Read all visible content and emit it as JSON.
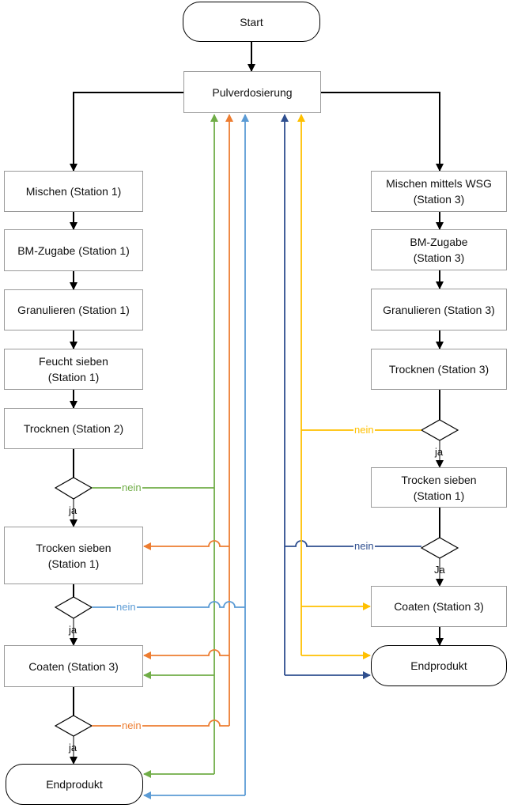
{
  "nodes": {
    "start": "Start",
    "pulver": "Pulverdosierung",
    "l_mischen": "Mischen (Station 1)",
    "l_bm": "BM-Zugabe (Station 1)",
    "l_granul": "Granulieren (Station 1)",
    "l_feucht": "Feucht sieben\n(Station 1)",
    "l_trocknen": "Trocknen (Station 2)",
    "l_trocken_sieben": "Trocken sieben\n(Station 1)",
    "l_coaten": "Coaten (Station 3)",
    "l_end": "Endprodukt",
    "r_mischen": "Mischen mittels WSG\n(Station 3)",
    "r_bm": "BM-Zugabe\n(Station 3)",
    "r_granul": "Granulieren (Station 3)",
    "r_trocknen": "Trocknen (Station 3)",
    "r_trocken_sieben": "Trocken sieben\n(Station 1)",
    "r_coaten": "Coaten (Station 3)",
    "r_end": "Endprodukt"
  },
  "labels": {
    "ja": "ja",
    "Ja": "Ja",
    "nein": "nein"
  },
  "colors": {
    "green": "#70ad47",
    "orange": "#ed7d31",
    "lightblue": "#5b9bd5",
    "darkblue": "#2f4f8f",
    "yellow": "#ffc000"
  }
}
